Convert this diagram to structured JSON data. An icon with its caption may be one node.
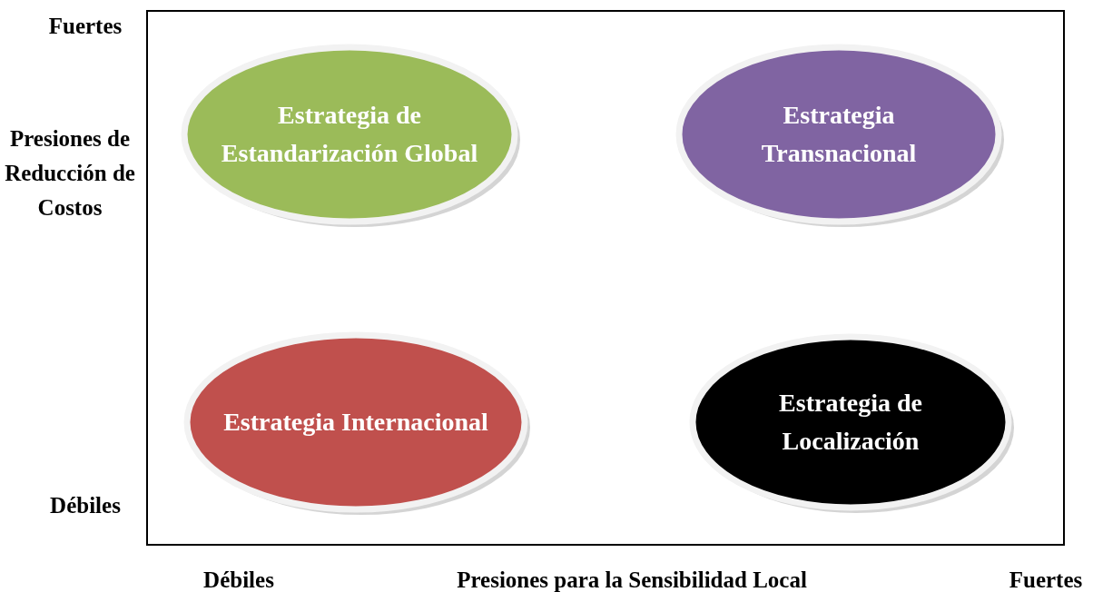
{
  "diagram": {
    "nodes": [
      {
        "text": [
          "Estrategia de Estandarización Global"
        ]
      },
      {
        "text": [
          "Estrategia Transnacional"
        ]
      },
      {
        "text": [
          "Estrategia Internacional"
        ]
      },
      {
        "text": [
          "Estrategia de Localización"
        ]
      }
    ],
    "edges": [],
    "labels": [
      "Fuertes",
      "Presiones de Reducción de Costos",
      "Débiles",
      "Débiles",
      "Presiones para la Sensibilidad Local",
      "Fuertes"
    ]
  }
}
